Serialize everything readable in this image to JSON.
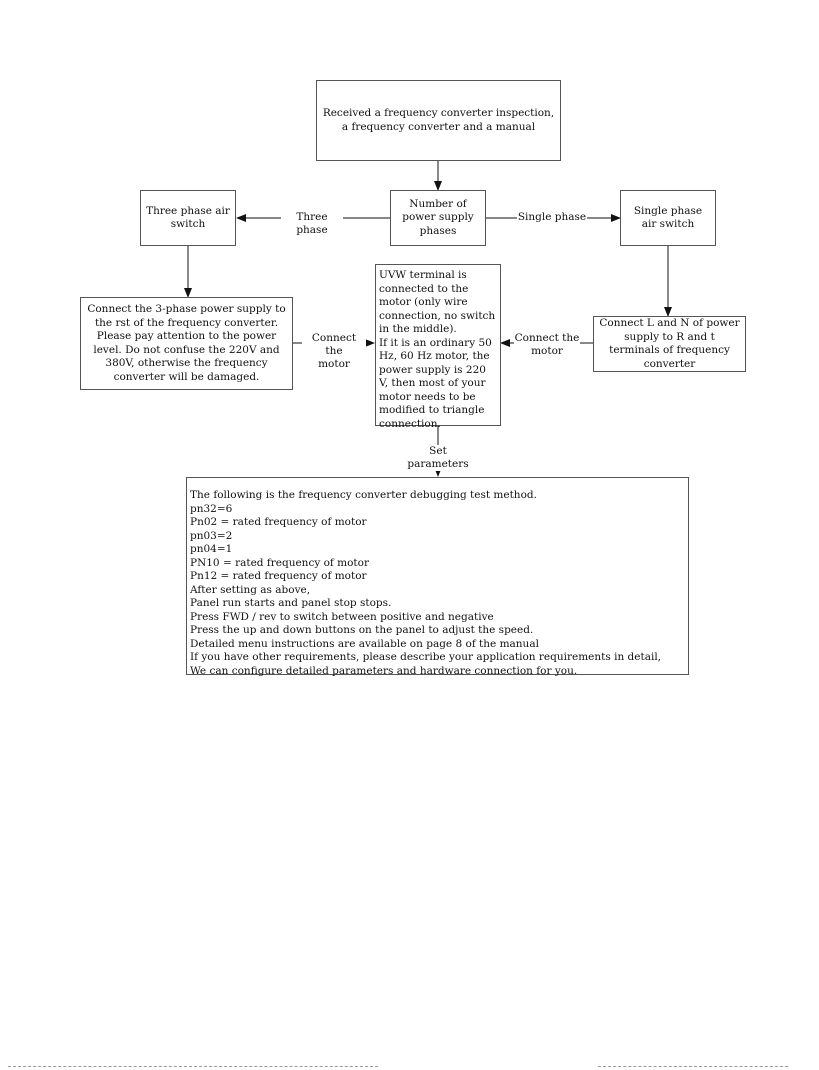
{
  "nodes": {
    "start": "Received a frequency converter inspection, a frequency converter and a manual",
    "phases": "Number of power supply phases",
    "three_air": "Three phase air switch",
    "single_air": "Single phase air switch",
    "connect3": "Connect the 3-phase power supply to the rst of the frequency converter. Please pay attention to the power level. Do not confuse the 220V and 380V, otherwise the frequency converter will be damaged.",
    "connect1": "Connect L and N of power supply to R and t terminals of frequency converter",
    "uvw": "UVW terminal is connected to the motor (only wire connection, no switch in the middle).\nIf it is an ordinary 50 Hz, 60 Hz motor, the power supply is 220 V, then most of your motor needs to be modified to triangle connection.",
    "params": [
      "The following is the frequency converter debugging test method.",
      "pn32=6",
      "Pn02 = rated frequency of motor",
      "pn03=2",
      "pn04=1",
      "PN10 = rated frequency of motor",
      "Pn12 = rated frequency of motor",
      "After setting as above,",
      "Panel run starts and panel stop stops.",
      "Press FWD / rev to switch between positive and negative",
      "Press the up and down buttons on the panel to adjust the speed.",
      "Detailed menu instructions are available on page 8 of the manual",
      "If you have other requirements, please describe your application requirements in detail,",
      "We can configure detailed parameters and hardware connection for you."
    ]
  },
  "edges": {
    "three_phase": "Three phase",
    "single_phase": "Single phase",
    "connect_motor_left": "Connect the\nmotor",
    "connect_motor_right": "Connect the\nmotor",
    "set_parameters": "Set parameters"
  },
  "colors": {
    "line": "#111111",
    "border": "#555555"
  }
}
